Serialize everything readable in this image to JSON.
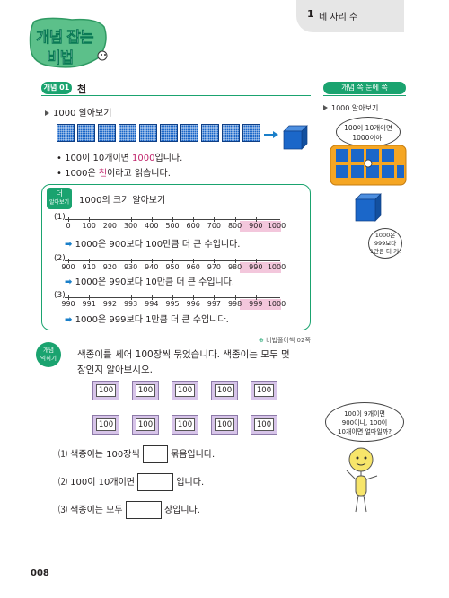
{
  "header": {
    "chapter_num": "1",
    "chapter_title": "네 자리 수"
  },
  "logo": {
    "line1": "개념 잡는",
    "line2": "비법"
  },
  "concept": {
    "badge": "개념 01",
    "title": "천"
  },
  "section_1000": {
    "heading": "1000 알아보기",
    "bullet1_pre": "• 100이 10개이면 ",
    "bullet1_hl": "1000",
    "bullet1_post": "입니다.",
    "bullet2_pre": "• 1000은 ",
    "bullet2_hl": "천",
    "bullet2_post": "이라고 읽습니다."
  },
  "more": {
    "badge_l1": "더",
    "badge_l2": "알아보기",
    "title": "1000의 크기 알아보기",
    "lines": [
      {
        "label": "(1)",
        "ticks": [
          "0",
          "100",
          "200",
          "300",
          "400",
          "500",
          "600",
          "700",
          "800",
          "900",
          "1000"
        ],
        "statement": "1000은 900보다 100만큼 더 큰 수입니다."
      },
      {
        "label": "(2)",
        "ticks": [
          "900",
          "910",
          "920",
          "930",
          "940",
          "950",
          "960",
          "970",
          "980",
          "990",
          "1000"
        ],
        "statement": "1000은 990보다 10만큼 더 큰 수입니다."
      },
      {
        "label": "(3)",
        "ticks": [
          "990",
          "991",
          "992",
          "993",
          "994",
          "995",
          "996",
          "997",
          "998",
          "999",
          "1000"
        ],
        "statement": "1000은 999보다 1만큼 더 큰 수입니다."
      }
    ]
  },
  "reference": "비법풀이책 02쪽",
  "practice": {
    "badge_l1": "개념",
    "badge_l2": "익히기",
    "prompt_l1": "색종이를 세어 100장씩 묶었습니다. 색종이는 모두 몇",
    "prompt_l2": "장인지 알아보시오.",
    "pack_label": "100",
    "q1_pre": "⑴ 색종이는 100장씩",
    "q1_post": "묶음입니다.",
    "q2_pre": "⑵ 100이 10개이면",
    "q2_post": "입니다.",
    "q3_pre": "⑶ 색종이는 모두",
    "q3_post": "장입니다."
  },
  "sidebar": {
    "header": "개념 쏙 눈에 쏙",
    "section": "1000 알아보기",
    "bubble1": [
      "100이 10개이면",
      "1000이야."
    ],
    "bubble2": [
      "1000은",
      "999보다",
      "1만큼 더 커."
    ],
    "bubble3": [
      "100이 9개이면",
      "900이니, 100이",
      "10개이면 얼마일까?"
    ]
  },
  "page_number": "008",
  "colors": {
    "accent_green": "#1aa36f",
    "highlight_pink": "#f3c7dc",
    "block_blue": "#1b67c9",
    "pack_purple": "#d7c4e9"
  }
}
